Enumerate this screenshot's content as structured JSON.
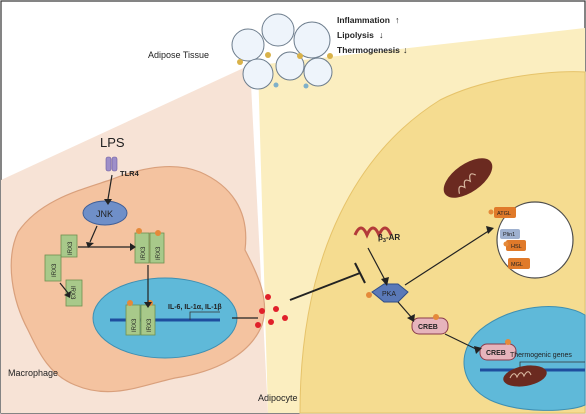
{
  "colors": {
    "frame": "#333333",
    "macrophage_panel_bg": "#f7e3d6",
    "macrophage_cell": "#f4c3a0",
    "adipocyte_panel": "#fbeec0",
    "adipocyte_cell": "#f5dc90",
    "nucleus": "#5fb9d9",
    "irx3_box": "#a8c98a",
    "kinase": "#6f8fc8",
    "pka": "#5a79b8",
    "creb": "#e6b4bc",
    "lipase": "#e07a2a",
    "cytokine_dot": "#e0202a",
    "mitochondria": "#6b2a20"
  },
  "icons": {
    "tlr4": "receptor-icon",
    "beta3_ar": "gpcr-coil-icon",
    "mitochondria": "mitochondria-icon",
    "adipose_cluster": "adipose-tissue-icon",
    "lipid_droplet": "lipid-droplet-icon"
  },
  "labels": {
    "adipose_tissue": "Adipose Tissue",
    "effects": [
      {
        "text": "Inflammation",
        "arrow": "↑"
      },
      {
        "text": "Lipolysis",
        "arrow": "↓"
      },
      {
        "text": "Thermogenesis",
        "arrow": "↓"
      }
    ],
    "lps": "LPS",
    "tlr4": "TLR4",
    "jnk": "JNK",
    "irx3": "IRX3",
    "irx3_rotated": "IRX3",
    "cytokines": "IL-6, IL-1α, IL-1β",
    "macrophage": "Macrophage",
    "adipocyte": "Adipocyte",
    "beta3_ar_prefix": "β",
    "beta3_ar_sub": "3",
    "beta3_ar_suffix": "-AR",
    "pka": "PKA",
    "creb": "CREB",
    "creb_nuclear": "CREB",
    "thermogenic_genes": "Thermogenic genes",
    "atgl": "ATGL",
    "plin1": "Plin1",
    "hsl": "HSL",
    "mgl": "MGL"
  }
}
